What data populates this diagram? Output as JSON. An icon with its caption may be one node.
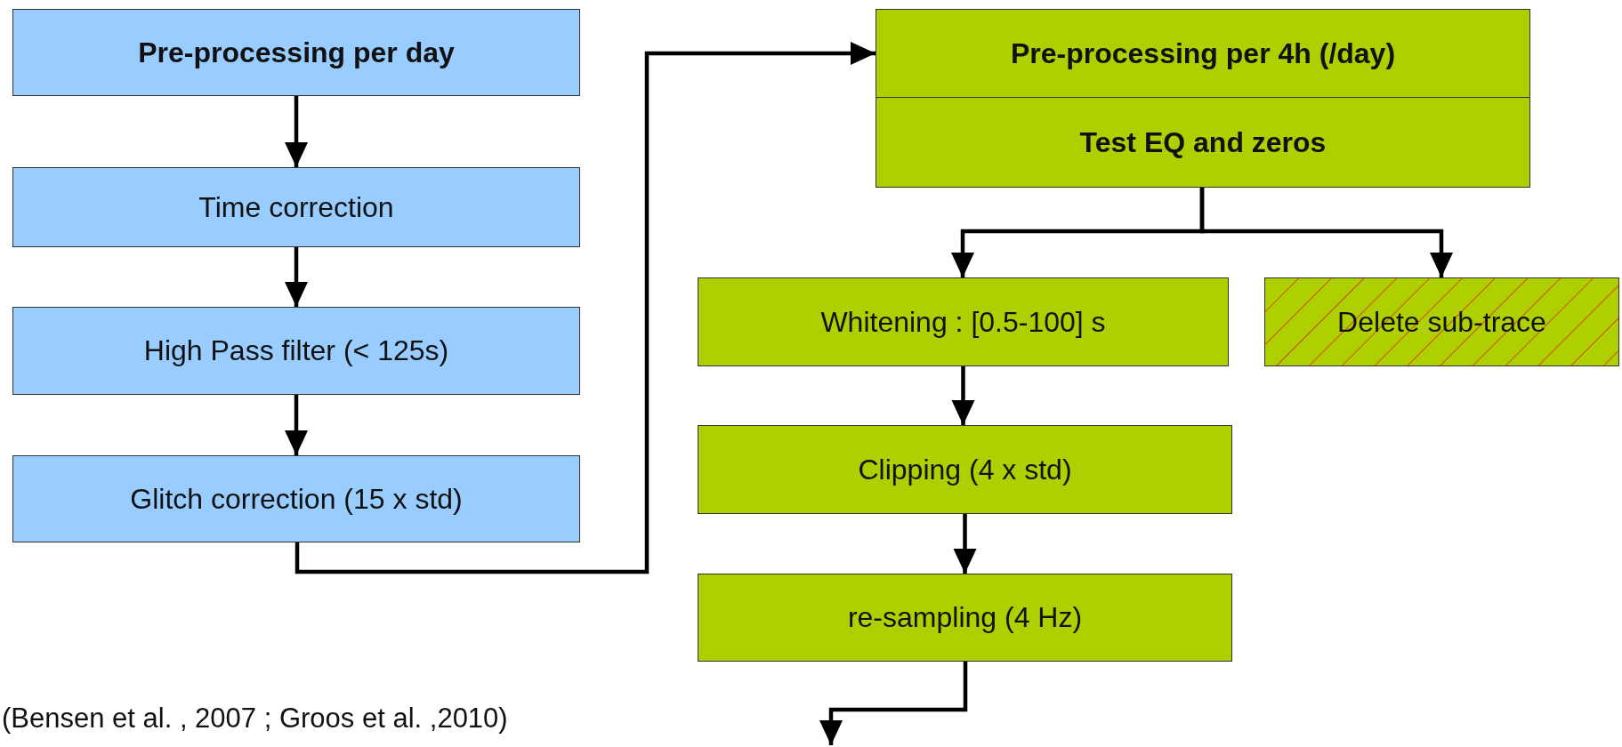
{
  "diagram": {
    "nodes": [
      {
        "text": [
          "Pre-processing per day"
        ]
      },
      {
        "text": [
          "Time correction"
        ]
      },
      {
        "text": [
          "High Pass filter (< 125s)"
        ]
      },
      {
        "text": [
          "Glitch correction (15 x std)"
        ]
      },
      {
        "text": [
          "Pre-processing per 4h (/day)"
        ]
      },
      {
        "text": [
          "Test EQ and zeros"
        ]
      },
      {
        "text": [
          "Whitening : [0.5-100] s"
        ]
      },
      {
        "text": [
          "Delete sub-trace"
        ]
      },
      {
        "text": [
          "Clipping (4 x std)"
        ]
      },
      {
        "text": [
          "re-sampling (4 Hz)"
        ]
      }
    ],
    "edges": [
      {
        "from": 0,
        "to": 1,
        "arrow": "to"
      },
      {
        "from": 1,
        "to": 2,
        "arrow": "to"
      },
      {
        "from": 2,
        "to": 3,
        "arrow": "to"
      },
      {
        "from": 3,
        "to": 4,
        "arrow": "to"
      },
      {
        "from": 5,
        "to": 6,
        "arrow": "to"
      },
      {
        "from": 5,
        "to": 7,
        "arrow": "to"
      },
      {
        "from": 6,
        "to": 8,
        "arrow": "to"
      },
      {
        "from": 8,
        "to": 9,
        "arrow": "to"
      },
      {
        "from": 9,
        "to": null,
        "arrow": "to"
      }
    ],
    "labels": [
      "(Bensen et al. , 2007 ; Groos et al. ,2010)"
    ]
  }
}
